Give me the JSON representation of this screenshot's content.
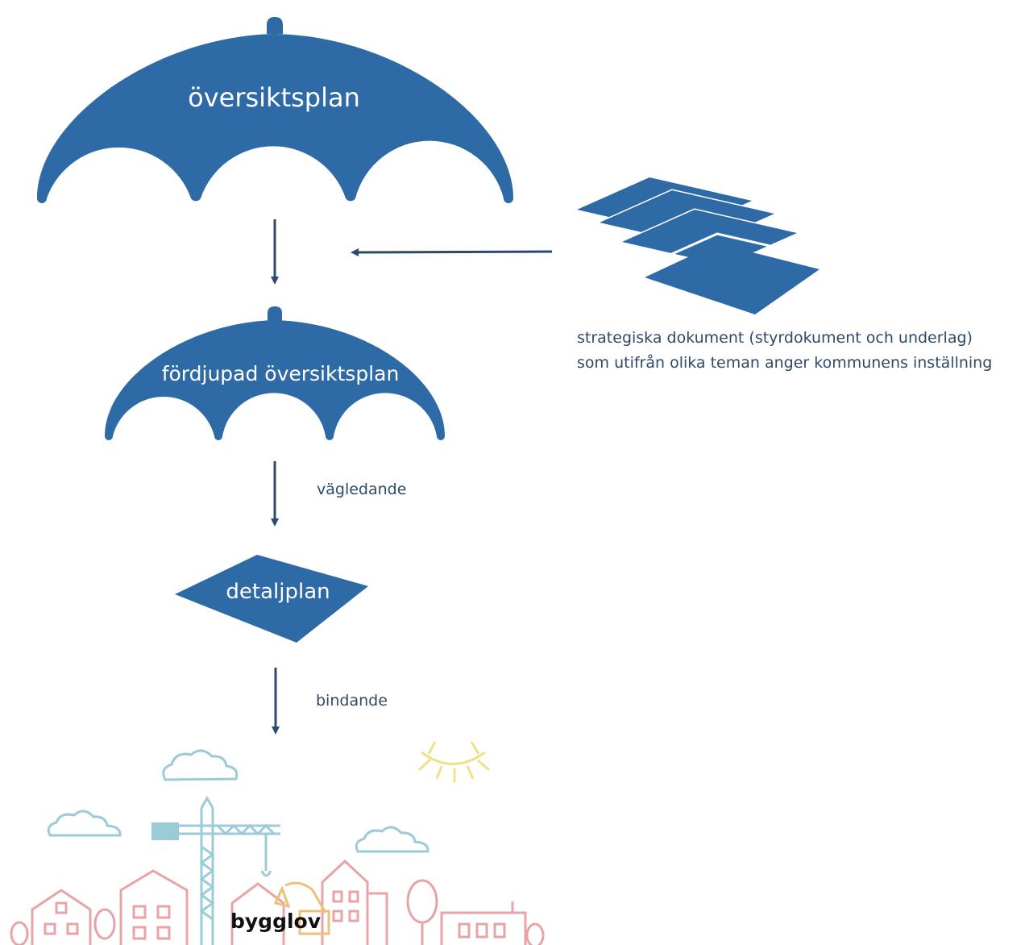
{
  "colors": {
    "primary_blue": "#2e6aa6",
    "arrow": "#2e4a6b",
    "city_red": "#e8a4a4",
    "crane_blue": "#9ccbd8",
    "sun_yellow": "#f0e08a",
    "excavator": "#e8c27a"
  },
  "nodes": {
    "oversiktsplan": "översiktsplan",
    "fordjupad": "fördjupad översiktsplan",
    "detaljplan": "detaljplan",
    "bygglov": "bygglov"
  },
  "edges": {
    "vagledande": "vägledande",
    "bindande": "bindande"
  },
  "documents": {
    "caption_line1": "strategiska dokument (styrdokument och underlag)",
    "caption_line2": "som utifrån olika teman anger kommunens inställning",
    "sheet_count": 4
  }
}
